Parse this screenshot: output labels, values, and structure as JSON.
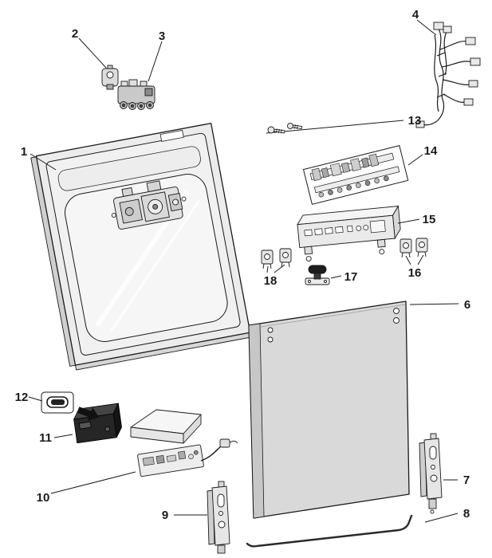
{
  "diagram": {
    "labels": {
      "n1": "1",
      "n2": "2",
      "n3": "3",
      "n4": "4",
      "n6": "6",
      "n7": "7",
      "n8": "8",
      "n9": "9",
      "n10": "10",
      "n11": "11",
      "n12": "12",
      "n13": "13",
      "n14": "14",
      "n15": "15",
      "n16": "16",
      "n17": "17",
      "n18": "18"
    }
  },
  "palette": {
    "ink": "#1a1a1a",
    "paper": "#ffffff",
    "panel-light": "#ececec",
    "panel-mid": "#d9d9d9",
    "panel-dark": "#262626"
  }
}
